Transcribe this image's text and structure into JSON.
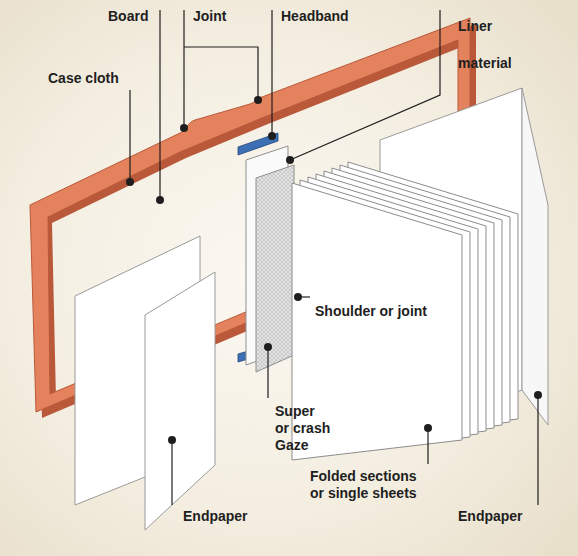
{
  "diagram": {
    "labels": [
      "Board",
      "Joint",
      "Headband",
      "Liner material",
      "Case cloth",
      "Shoulder or joint",
      "Super or crash Gaze",
      "Folded sections or single sheets",
      "Endpaper",
      "Endpaper"
    ]
  }
}
